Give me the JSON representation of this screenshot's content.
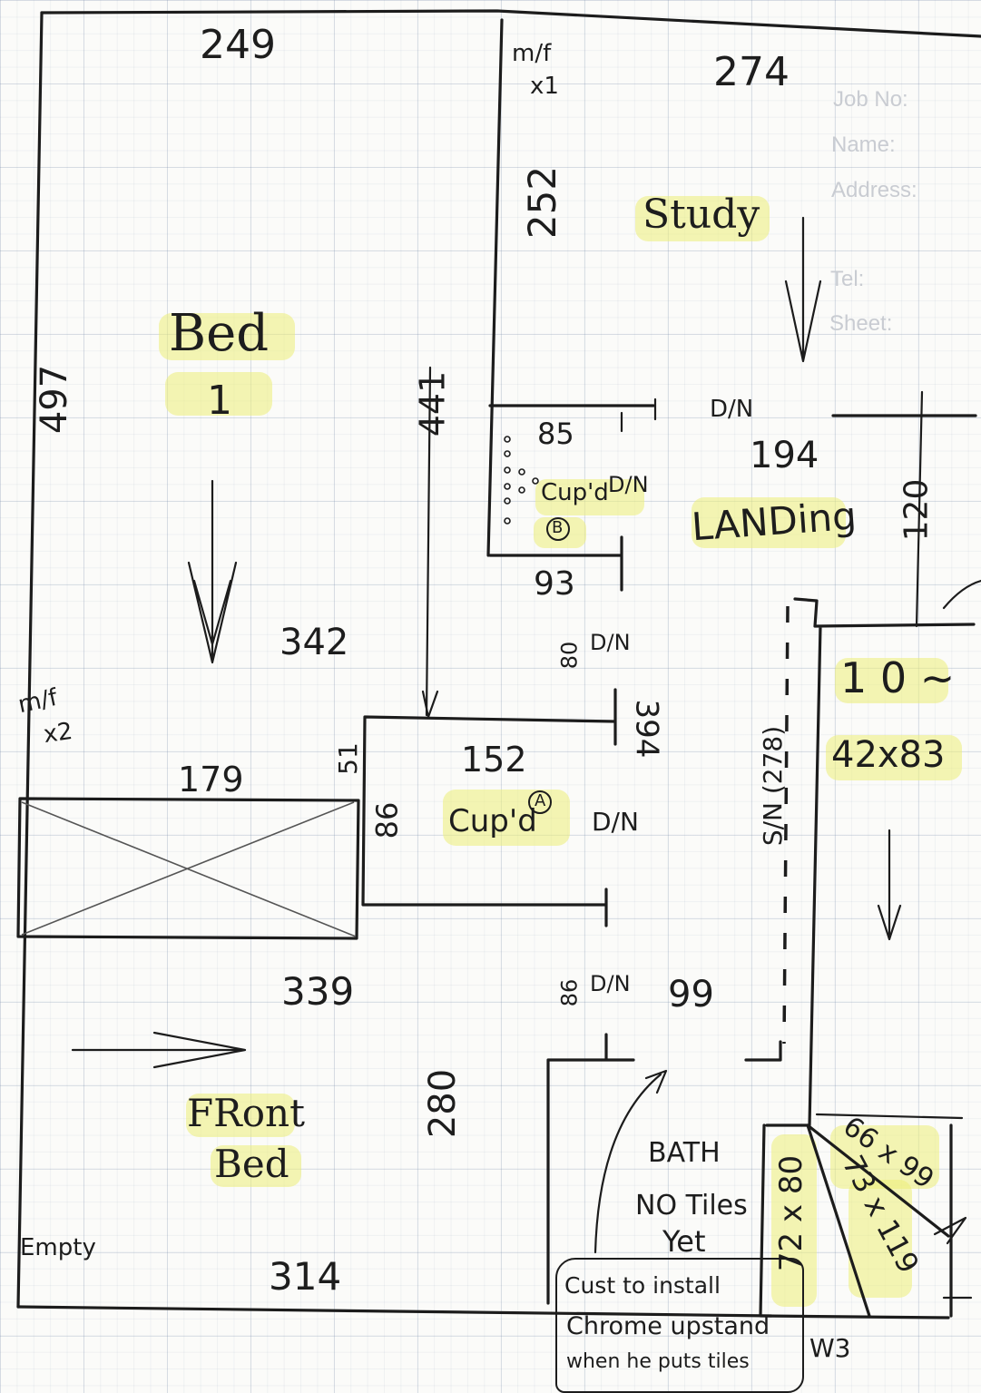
{
  "header_form": {
    "job_no_label": "Job No:",
    "name_label": "Name:",
    "address_label": "Address:",
    "tel_label": "Tel:",
    "sheet_label": "Sheet:"
  },
  "rooms": {
    "bed1": {
      "name": "Bed",
      "number": "1",
      "dim_top": "249",
      "dim_side": "497",
      "dim_bottom": "342",
      "mf": "m/f",
      "mf_count": "x2"
    },
    "study": {
      "name": "Study",
      "dim_top": "274",
      "dim_side": "252",
      "mf": "m/f",
      "mf_count": "x1"
    },
    "landing": {
      "name": "LANDing",
      "dim_top": "194",
      "dim_right": "120",
      "door": "D/N"
    },
    "cupboard_b": {
      "name": "Cup'd",
      "tag": "B",
      "door": "D/N",
      "dim_top": "85",
      "dim_bottom": "93"
    },
    "cupboard_a": {
      "name": "Cup'd",
      "tag": "A",
      "door": "D/N",
      "dim_top": "152",
      "dim_side": "86",
      "dim_step": "51",
      "dim_right": "394"
    },
    "front_bed": {
      "name": "FRont",
      "name_line2": "Bed",
      "dim_top": "339",
      "dim_side": "280",
      "dim_bottom": "314",
      "note": "Empty"
    },
    "stair_void": {
      "dim": "179"
    },
    "wc": {
      "name": "1 0 ~",
      "size": "42x83"
    },
    "bath": {
      "name": "BATH",
      "note_line1": "NO Tiles",
      "note_line2": "Yet",
      "panel1": "72 x 80",
      "panel2": "73 x 119",
      "panel3": "66 x 99",
      "label": "W3"
    },
    "hall": {
      "dim_top": "99",
      "dim_side": "S/N (278)",
      "door_upper": "D/N",
      "door_upper_dim": "80",
      "door_lower": "D/N",
      "door_lower_dim": "86"
    }
  },
  "dimensions": {
    "internal_drop": "441"
  },
  "annotation": {
    "line1": "Cust to install",
    "line2": "Chrome upstand",
    "line3": "when he puts tiles"
  }
}
